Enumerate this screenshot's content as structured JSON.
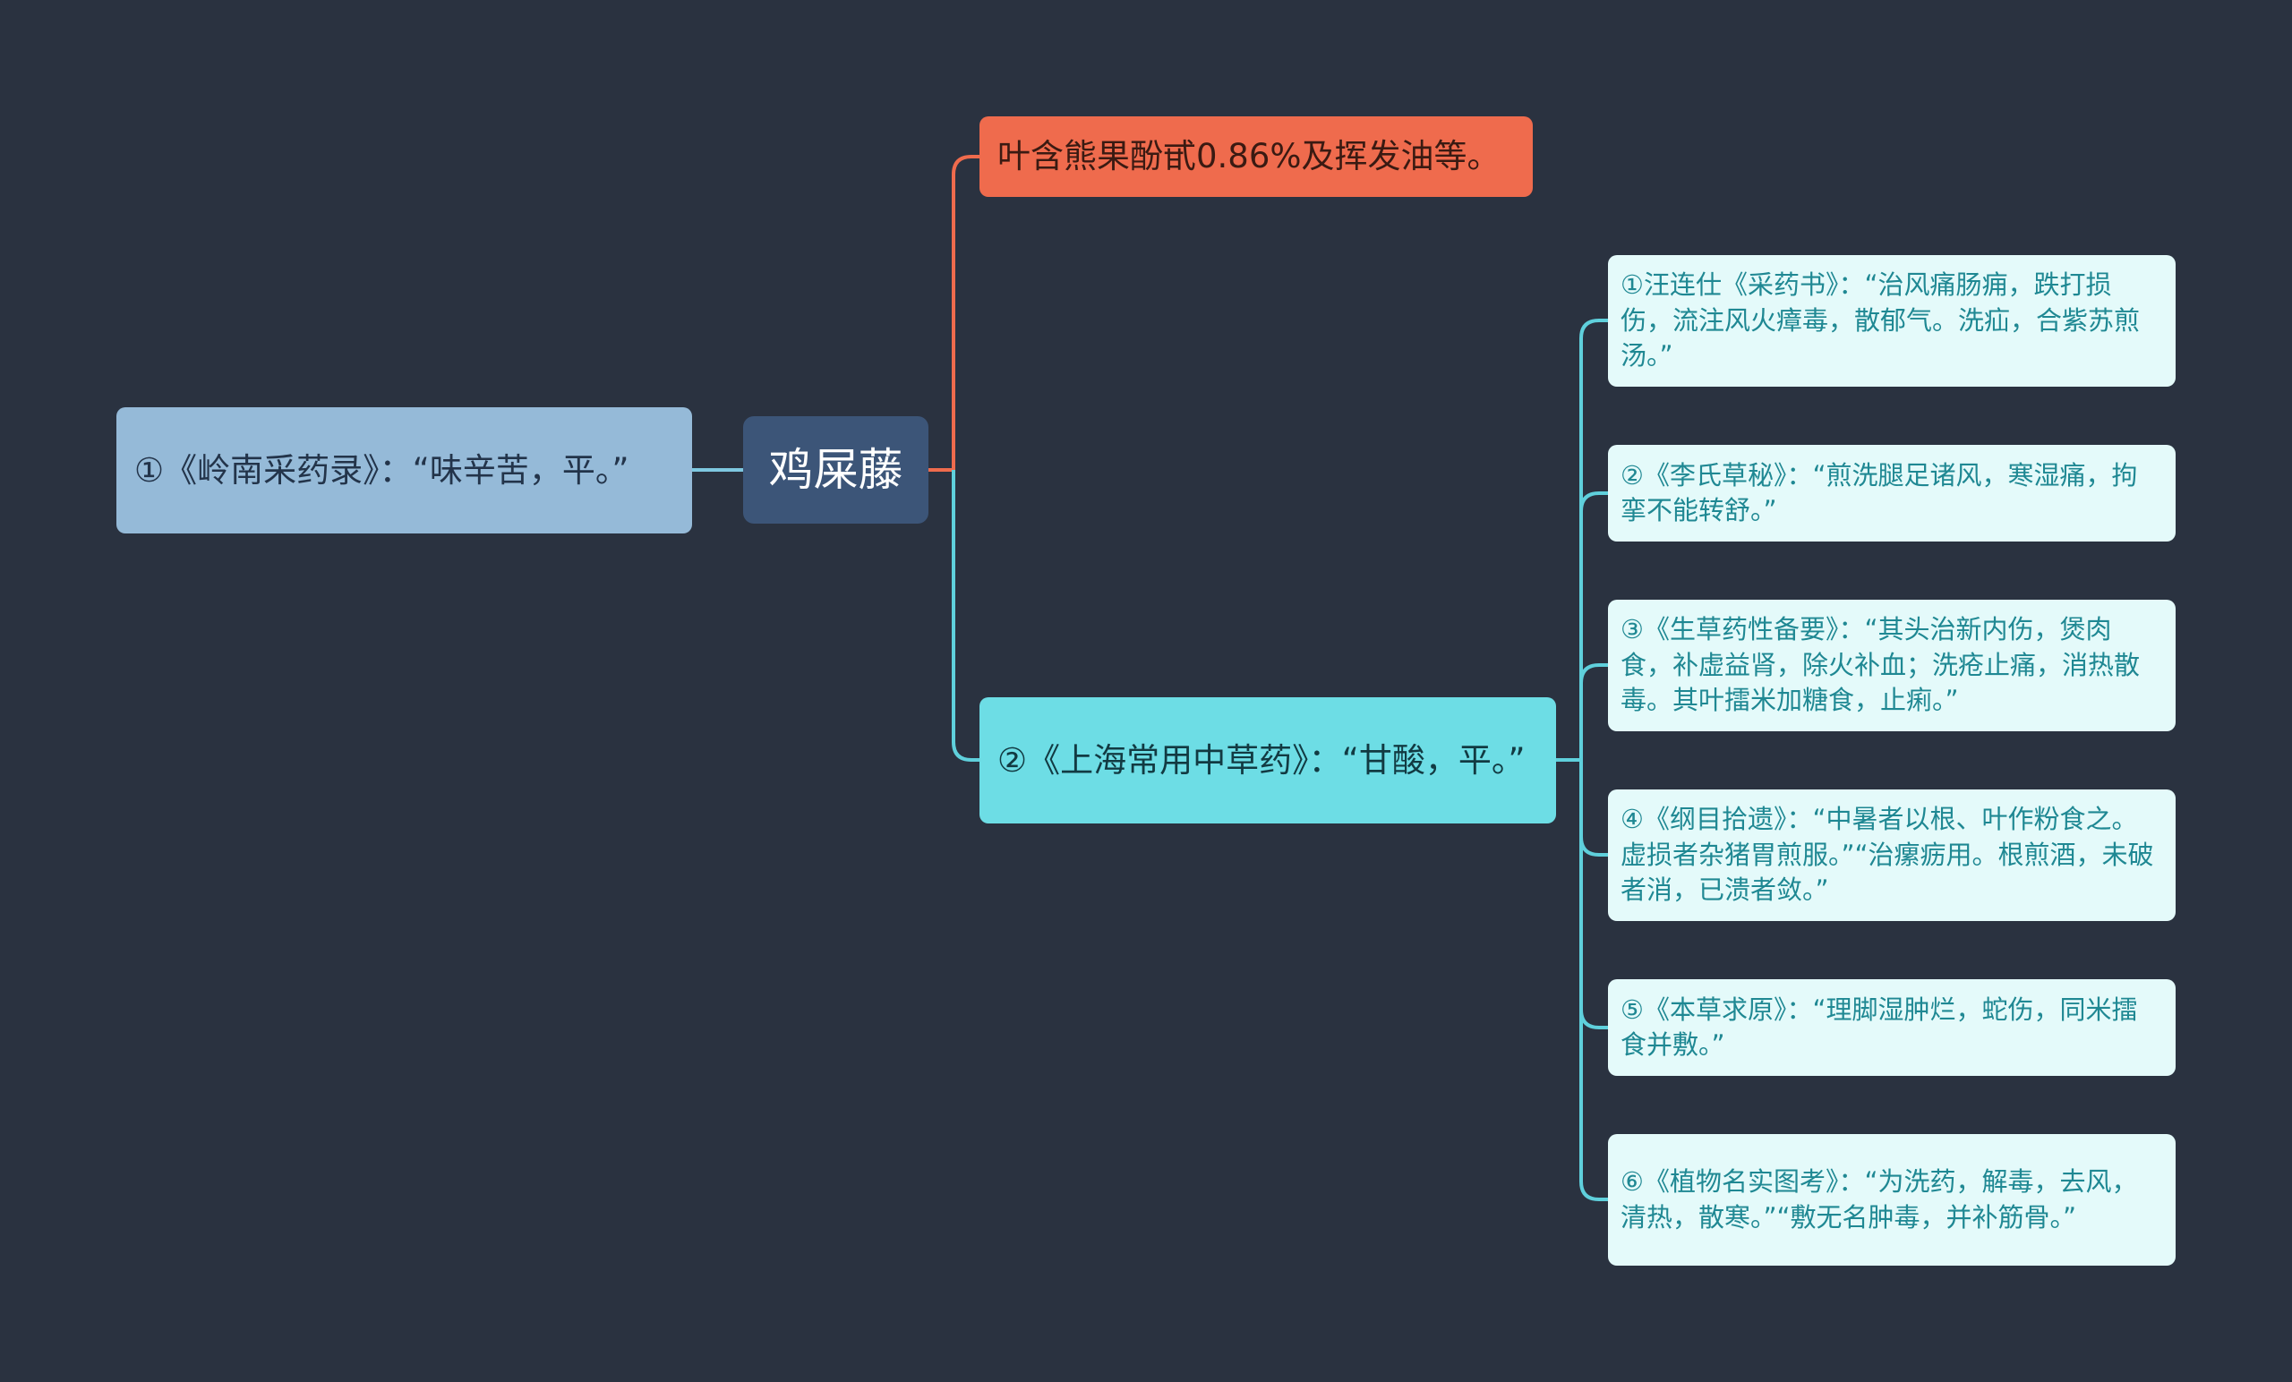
{
  "root": {
    "label": "鸡屎藤"
  },
  "branches": {
    "left": {
      "label": "①《岭南采药录》：“味辛苦，平。”"
    },
    "top": {
      "label": "叶含熊果酚甙0.86%及挥发油等。"
    },
    "middle": {
      "label": "②《上海常用中草药》：“甘酸，平。”"
    }
  },
  "leaves": [
    {
      "label": "①汪连仕《采药书》：“治风痛肠痈，跌打损伤，流注风火瘴毒，散郁气。洗疝，合紫苏煎汤。”"
    },
    {
      "label": "②《李氏草秘》：“煎洗腿足诸风，寒湿痛，拘挛不能转舒。”"
    },
    {
      "label": "③《生草药性备要》：“其头治新内伤，煲肉食，补虚益肾，除火补血；洗疮止痛，消热散毒。其叶擂米加糖食，止痢。”"
    },
    {
      "label": "④《纲目拾遗》：“中暑者以根、叶作粉食之。虚损者杂猪胃煎服。”“治瘰疬用。根煎酒，未破者消，已溃者敛。”"
    },
    {
      "label": "⑤《本草求原》：“理脚湿肿烂，蛇伤，同米擂食并敷。”"
    },
    {
      "label": "⑥《植物名实图考》：“为洗药，解毒，去风，清热，散寒。”“敷无名肿毒，并补筋骨。”"
    }
  ],
  "colors": {
    "background": "#2a3240",
    "root": "#3c5578",
    "left_branch": "#95bad8",
    "top_branch": "#ef6b4d",
    "middle_branch": "#6ddde5",
    "leaf": "#e4fafa",
    "connector_top": "#ef6b4d",
    "connector_teal": "#5fd0dc"
  }
}
